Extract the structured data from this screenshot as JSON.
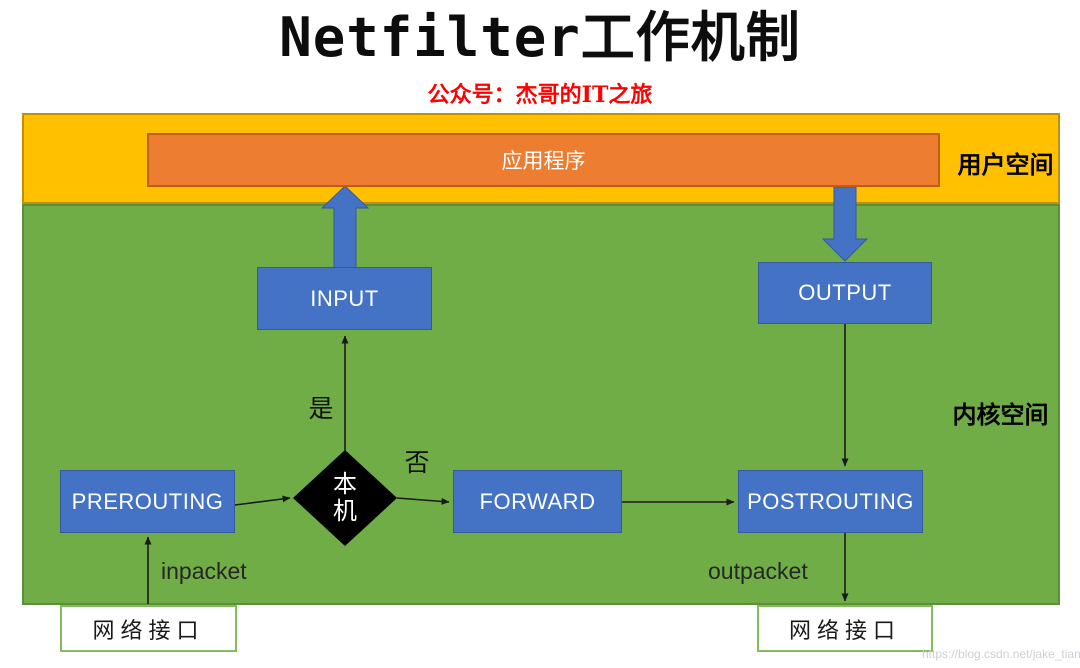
{
  "page": {
    "title": "Netfilter工作机制",
    "subtitle": "公众号：杰哥的IT之旅",
    "watermark": "https://blog.csdn.net/jake_tian"
  },
  "regions": {
    "user_space_label": "用户空间",
    "kernel_space_label": "内核空间"
  },
  "nodes": {
    "application": "应用程序",
    "input": "INPUT",
    "output": "OUTPUT",
    "prerouting": "PREROUTING",
    "forward": "FORWARD",
    "postrouting": "POSTROUTING",
    "localhost": "本机",
    "nic_left": "网络接口",
    "nic_right": "网络接口"
  },
  "edge_labels": {
    "yes": "是",
    "no": "否",
    "inpacket": "inpacket",
    "outpacket": "outpacket"
  },
  "colors": {
    "user_space_fill": "#FFC000",
    "user_space_border": "#BF9000",
    "kernel_space_fill": "#70AD47",
    "kernel_space_border": "#5B9038",
    "application_fill": "#ED7D31",
    "application_border": "#C55A11",
    "hook_box_fill": "#4472C4",
    "big_arrow_fill": "#4472C4",
    "decision_diamond_fill": "#000000",
    "subtitle_color": "#FF0000",
    "thin_arrow_color": "#1a1a1a",
    "nic_border": "#84BB5C"
  }
}
